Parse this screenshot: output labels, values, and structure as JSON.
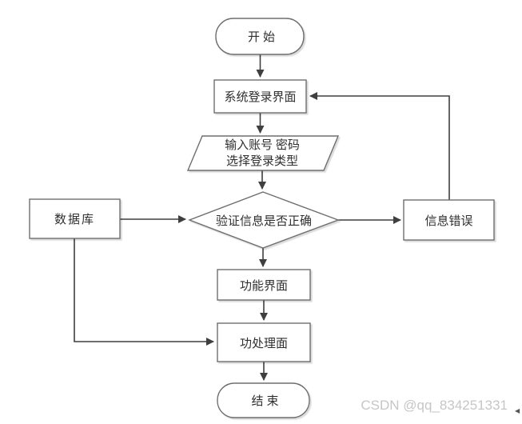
{
  "flowchart": {
    "title": "login-system-flowchart",
    "nodes": {
      "start": {
        "label": "开始",
        "type": "terminator"
      },
      "login": {
        "label": "系统登录界面",
        "type": "process"
      },
      "input": {
        "label_line1": "输入账号 密码",
        "label_line2": "选择登录类型",
        "type": "input-output"
      },
      "decision": {
        "label": "验证信息是否正确",
        "type": "decision"
      },
      "database": {
        "label": "数据库",
        "type": "process"
      },
      "error": {
        "label": "信息错误",
        "type": "process"
      },
      "function": {
        "label": "功能界面",
        "type": "process"
      },
      "process": {
        "label": "功处理面",
        "type": "process"
      },
      "end": {
        "label": "结束",
        "type": "terminator"
      }
    },
    "edges": [
      "start -> login",
      "login -> input",
      "input -> decision",
      "database -> decision",
      "decision -> error",
      "decision -> function",
      "function -> process",
      "database -> process",
      "process -> end",
      "error -> login (feedback loop)"
    ],
    "colors": {
      "shape_border": "#6e6e6e",
      "connector": "#3f3f3f",
      "text": "#2f2f2f",
      "background": "#ffffff",
      "watermark": "#c6c6c6"
    }
  },
  "watermark": {
    "text": "CSDN @qq_834251331"
  }
}
